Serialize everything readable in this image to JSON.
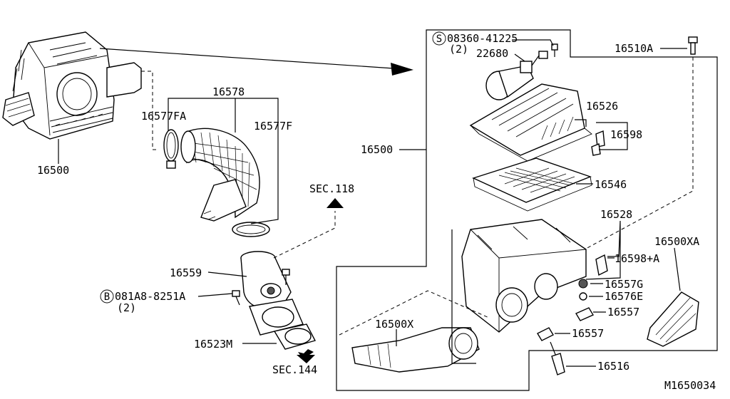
{
  "labels": {
    "p16500_left": "16500",
    "p16500_right": "16500",
    "p16578": "16578",
    "p16577FA": "16577FA",
    "p16577F": "16577F",
    "sec118": "SEC.118",
    "sec144": "SEC.144",
    "p16559": "16559",
    "bolt_b_code": "081A8-8251A",
    "bolt_b_qty": "(2)",
    "p16523M": "16523M",
    "screw_s_code": "08360-41225",
    "screw_s_qty": "(2)",
    "p22680": "22680",
    "p16510A": "16510A",
    "p16526": "16526",
    "p16598": "16598",
    "p16546": "16546",
    "p16528": "16528",
    "p16500XA": "16500XA",
    "p16598A": "16598+A",
    "p16557G": "16557G",
    "p16576E": "16576E",
    "p16557_a": "16557",
    "p16557_b": "16557",
    "p16500X": "16500X",
    "p16516": "16516",
    "diagram_id": "M1650034",
    "circle_s": "S",
    "circle_b": "B"
  }
}
